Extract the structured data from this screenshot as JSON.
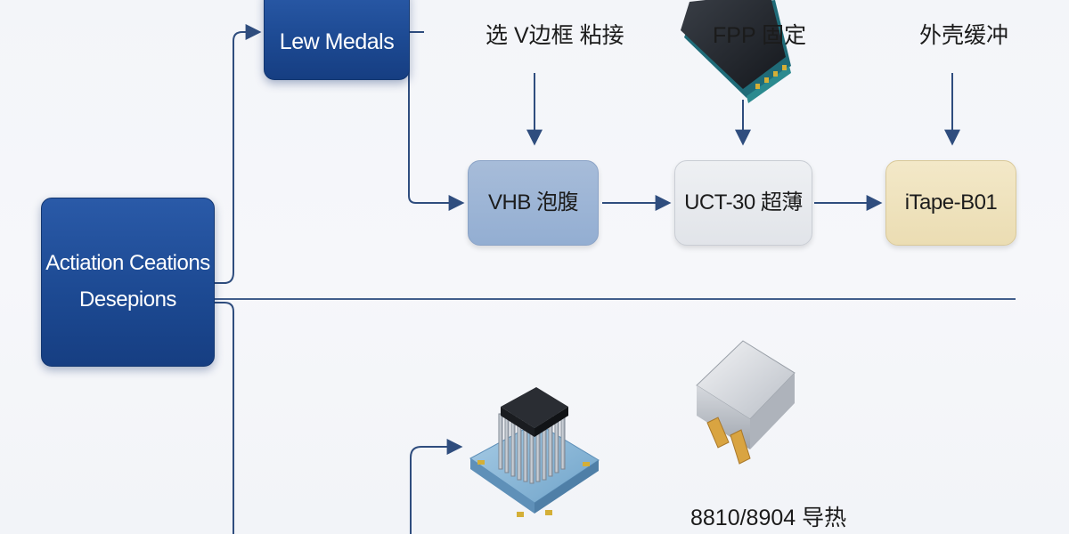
{
  "nodes": {
    "root": {
      "line1": "Actiation Ceations",
      "line2": "Desepions"
    },
    "new_models": "Lew Medals",
    "vhb": "VHB 泡腹",
    "uct": "UCT-30 超薄",
    "itape": "iTape-B01"
  },
  "annotations": {
    "v_bond": "选 V边框 粘接",
    "fpp_fix": "FPP 固定",
    "shell_buffer": "外壳缓冲",
    "thermal": "8810/8904 导热"
  },
  "colors": {
    "node_dark": "#1d4a93",
    "connector": "#2f4d7e",
    "vhb_fill": "#9fb6d6",
    "uct_fill": "#e6e9ee",
    "itape_fill": "#efe3bf"
  },
  "icons": [
    "fpp-chip-image",
    "heatsink-chip-image",
    "thermal-pad-module-image"
  ]
}
